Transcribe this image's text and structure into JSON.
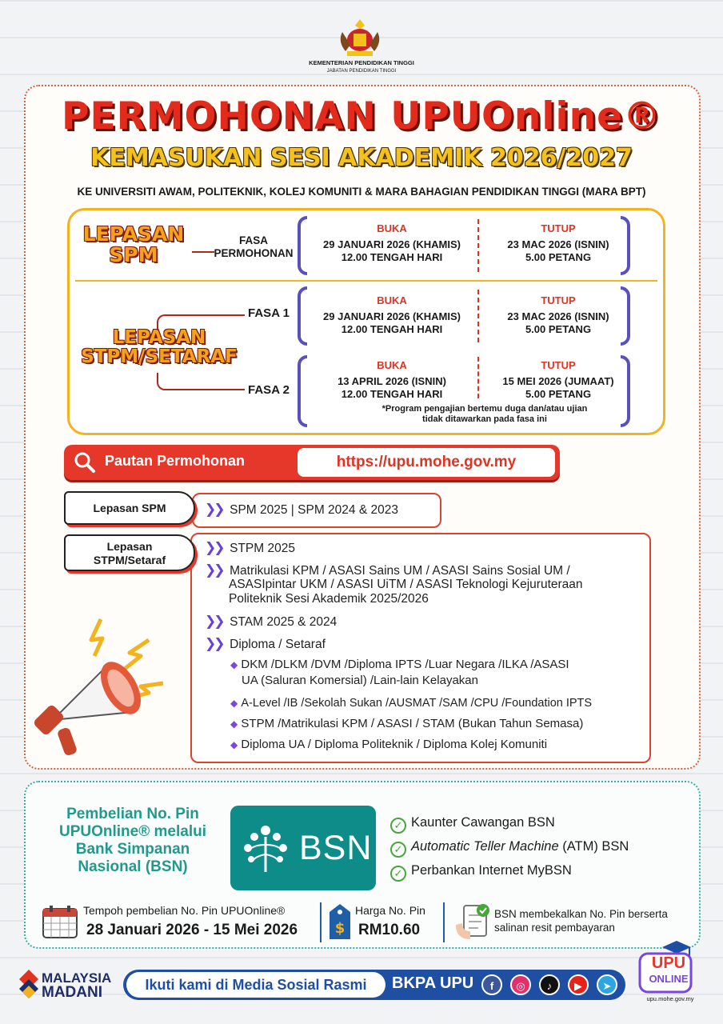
{
  "header": {
    "ministry_line1": "KEMENTERIAN PENDIDIKAN TINGGI",
    "ministry_line2": "JABATAN PENDIDIKAN TINGGI"
  },
  "title": {
    "main": "PERMOHONAN UPUOnline®",
    "session": "KEMASUKAN SESI AKADEMIK 2026/2027",
    "subtitle": "KE UNIVERSITI AWAM, POLITEKNIK, KOLEJ KOMUNITI & MARA BAHAGIAN PENDIDIKAN TINGGI (MARA BPT)"
  },
  "phases": {
    "spm_tag_line1": "LEPASAN",
    "spm_tag_line2": "SPM",
    "spm_phase_line1": "FASA",
    "spm_phase_line2": "PERMOHONAN",
    "stpm_tag_line1": "LEPASAN",
    "stpm_tag_line2": "STPM/SETARAF",
    "phase1_label": "FASA 1",
    "phase2_label": "FASA 2",
    "open_label": "BUKA",
    "close_label": "TUTUP",
    "spm_open_date": "29 JANUARI 2026 (KHAMIS)",
    "spm_open_time": "12.00 TENGAH HARI",
    "spm_close_date": "23 MAC 2026 (ISNIN)",
    "spm_close_time": "5.00 PETANG",
    "p1_open_date": "29 JANUARI 2026 (KHAMIS)",
    "p1_open_time": "12.00 TENGAH HARI",
    "p1_close_date": "23 MAC 2026 (ISNIN)",
    "p1_close_time": "5.00 PETANG",
    "p2_open_date": "13 APRIL 2026 (ISNIN)",
    "p2_open_time": "12.00 TENGAH HARI",
    "p2_close_date": "15 MEI 2026 (JUMAAT)",
    "p2_close_time": "5.00 PETANG",
    "note_line1": "*Program pengajian bertemu duga dan/atau ujian",
    "note_line2": "tidak ditawarkan pada fasa ini"
  },
  "link": {
    "label": "Pautan Permohonan",
    "url": "https://upu.mohe.gov.my"
  },
  "qualifications": {
    "spm_tag": "Lepasan SPM",
    "spm_value": "SPM 2025 | SPM 2024 & 2023",
    "stpm_tag_line1": "Lepasan",
    "stpm_tag_line2": "STPM/Setaraf",
    "items": [
      "STPM 2025",
      "Matrikulasi KPM / ASASI Sains UM / ASASI Sains Sosial UM /",
      "ASASIpintar UKM / ASASI UiTM / ASASI Teknologi Kejuruteraan",
      "Politeknik Sesi Akademik 2025/2026",
      "STAM 2025 & 2024",
      "Diploma / Setaraf"
    ],
    "sub_items": [
      "DKM /DLKM /DVM /Diploma IPTS /Luar Negara /ILKA /ASASI",
      "UA (Saluran Komersial) /Lain-lain Kelayakan",
      "A-Level /IB /Sekolah Sukan /AUSMAT /SAM /CPU /Foundation IPTS",
      "STPM /Matrikulasi KPM / ASASI / STAM (Bukan Tahun Semasa)",
      "Diploma UA / Diploma Politeknik / Diploma Kolej Komuniti"
    ]
  },
  "pin": {
    "title_line1": "Pembelian No. Pin",
    "title_line2": "UPUOnline® melalui",
    "title_line3": "Bank Simpanan",
    "title_line4": "Nasional (BSN)",
    "bsn_logo_text": "BSN",
    "channel1": "Kaunter Cawangan BSN",
    "channel2_italic": "Automatic Teller Machine",
    "channel2_rest": " (ATM) BSN",
    "channel3": "Perbankan Internet MyBSN",
    "period_label": "Tempoh pembelian No. Pin UPUOnline®",
    "period_value": "28 Januari 2026 - 15 Mei 2026",
    "price_label": "Harga No. Pin",
    "price_value": "RM10.60",
    "receipt_line1": "BSN membekalkan No. Pin berserta",
    "receipt_line2": "salinan resit pembayaran"
  },
  "footer": {
    "madani_line1": "MALAYSIA",
    "madani_line2": "MADANI",
    "follow_text": "Ikuti kami di Media Sosial Rasmi",
    "handle": "BKPA UPU",
    "upu_logo_line1": "UPU",
    "upu_logo_line2": "ONLINE",
    "upu_url": "upu.mohe.gov.my"
  },
  "colors": {
    "accent_red": "#e5382a",
    "accent_yellow": "#f2b320",
    "accent_purple": "#5a4fbf",
    "accent_teal": "#1f9a8d",
    "accent_blue": "#1f4fa3"
  }
}
